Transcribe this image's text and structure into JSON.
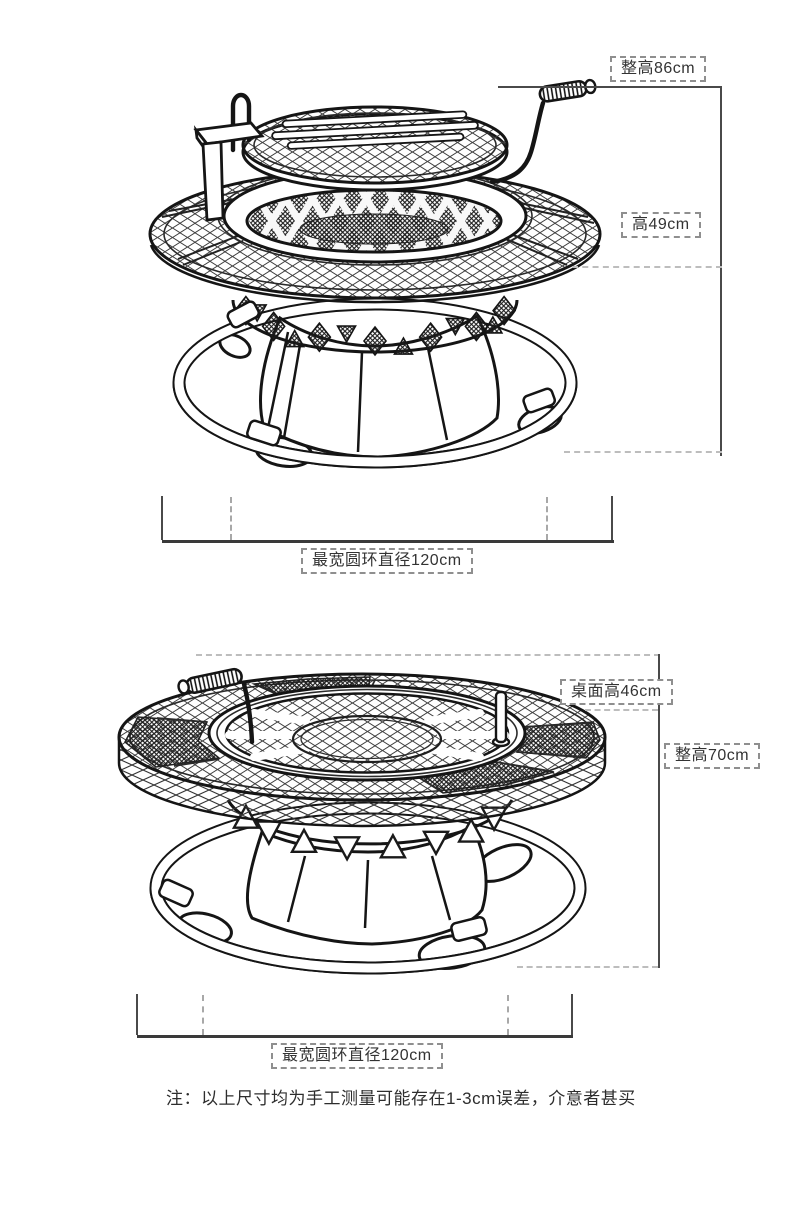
{
  "figure": {
    "type": "product-dimension-diagram",
    "product": "round fire-pit BBQ grill table line drawing, two views",
    "top_drawing": {
      "name": "view-grill-raised",
      "dim_overall_height": "整高86cm",
      "dim_height": "高49cm",
      "dim_ring_diameter": "最宽圆环直径120cm"
    },
    "bottom_drawing": {
      "name": "view-table-flat",
      "dim_table_height": "桌面高46cm",
      "dim_overall_height": "整高70cm",
      "dim_ring_diameter": "最宽圆环直径120cm"
    },
    "note": "注：以上尺寸均为手工测量可能存在1-3cm误差，介意者甚买"
  },
  "colors": {
    "background": "#ffffff",
    "line_art": "#151515",
    "dimension_line": "#4a4a4a",
    "dashed_guide": "#bdbdbd",
    "label_border": "#8f8f8f",
    "label_text": "#333333"
  }
}
